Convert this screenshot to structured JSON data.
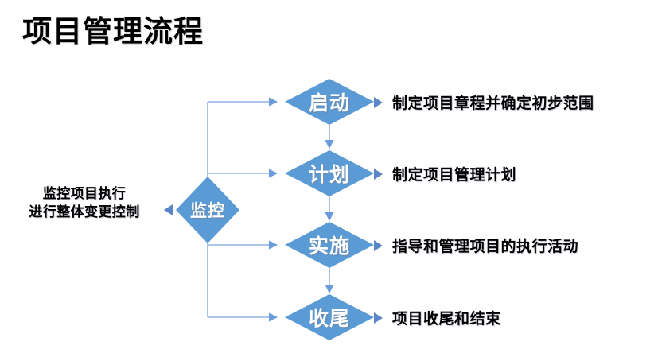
{
  "title": "项目管理流程",
  "theme": {
    "diamond_fill": "#5B9BD5",
    "diamond_fill_dark": "#4A86C5",
    "connector_line": "#8FB4E3",
    "bullet_color": "#5B87C8",
    "label_text": "#FFFFFF",
    "body_text": "#000000",
    "background": "#FFFFFF"
  },
  "monitor": {
    "label": "监控",
    "note_line1": "监控项目执行",
    "note_line2": "进行整体变更控制",
    "bullet_icon": "triangle-left-icon"
  },
  "stages": [
    {
      "label": "启动",
      "description": "制定项目章程并确定初步范围",
      "bullet_icon": "triangle-right-icon"
    },
    {
      "label": "计划",
      "description": "制定项目管理计划",
      "bullet_icon": "triangle-right-icon"
    },
    {
      "label": "实施",
      "description": "指导和管理项目的执行活动",
      "bullet_icon": "triangle-right-icon"
    },
    {
      "label": "收尾",
      "description": "项目收尾和结束",
      "bullet_icon": "triangle-right-icon"
    }
  ]
}
